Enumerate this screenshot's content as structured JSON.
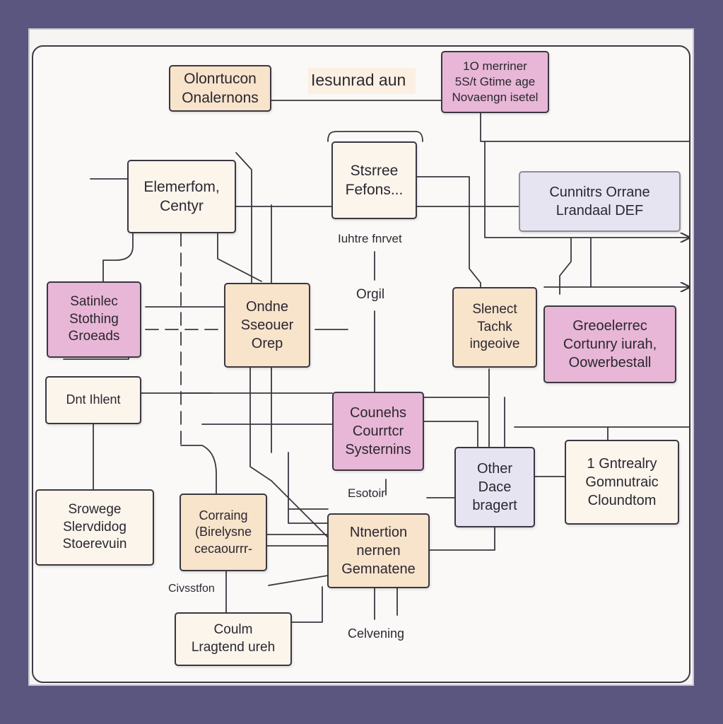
{
  "diagram": {
    "title_bar_label": "Iesunrad aun",
    "nodes": {
      "n1": {
        "lines": [
          "Olonrtucon",
          "Onalernons"
        ],
        "color": "#f8e3cb"
      },
      "n2": {
        "lines": [
          "1O merriner",
          "5S/t Gtime age",
          "Novaengn isetel"
        ],
        "color": "#e8b6d6"
      },
      "n3": {
        "lines": [
          "Elemerfom,",
          "Centyr"
        ],
        "color": "#fbf5ec"
      },
      "n4": {
        "lines": [
          "Stsrree",
          "Fefons..."
        ],
        "color": "#fbf5ec"
      },
      "n5": {
        "lines": [
          "Cunnitrs Orrane",
          "Lrandaal DEF"
        ],
        "color": "#e6e4f1"
      },
      "n6": {
        "lines": [
          "Satinlec",
          "Stothing",
          "Groeads"
        ],
        "color": "#e8b6d6"
      },
      "n7": {
        "lines": [
          "Ondne",
          "Sseouer",
          "Orep"
        ],
        "color": "#f8e3cb"
      },
      "n8": {
        "lines": [
          "Slenect",
          "Tachk",
          "ingeoive"
        ],
        "color": "#f8e3cb"
      },
      "n9": {
        "lines": [
          "Greoelerrec",
          "Cortunry iurah,",
          "Oowerbestall"
        ],
        "color": "#e8b6d6"
      },
      "n10": {
        "lines": [
          "Dnt Ihlent"
        ],
        "color": "#fbf5ec"
      },
      "n11": {
        "lines": [
          "Counehs",
          "Courrtcr",
          "Systernins"
        ],
        "color": "#e8b6d6"
      },
      "n12": {
        "lines": [
          "Other",
          "Dace",
          "bragert"
        ],
        "color": "#e6e4f1"
      },
      "n13": {
        "lines": [
          "1 Gntrealry",
          "Gomnutraic",
          "Cloundtom"
        ],
        "color": "#fbf5ec"
      },
      "n14": {
        "lines": [
          "Srowege",
          "Slervdidog",
          "Stoerevuin"
        ],
        "color": "#fbf5ec"
      },
      "n15": {
        "lines": [
          "Corraing",
          "(Birelysne",
          "cecaourrr-"
        ],
        "color": "#f8e3cb"
      },
      "n16": {
        "lines": [
          "Ntnertion",
          "nernen",
          "Gemnatene"
        ],
        "color": "#f8e3cb"
      },
      "n17": {
        "lines": [
          "Coulm",
          "Lragtend ureh"
        ],
        "color": "#fbf5ec"
      }
    },
    "edge_labels": {
      "e1": "Iuhtre fnrvet",
      "e2": "Orgil",
      "e3": "Esotoir",
      "e4": "Civsstfon",
      "e5": "Celvening"
    }
  }
}
